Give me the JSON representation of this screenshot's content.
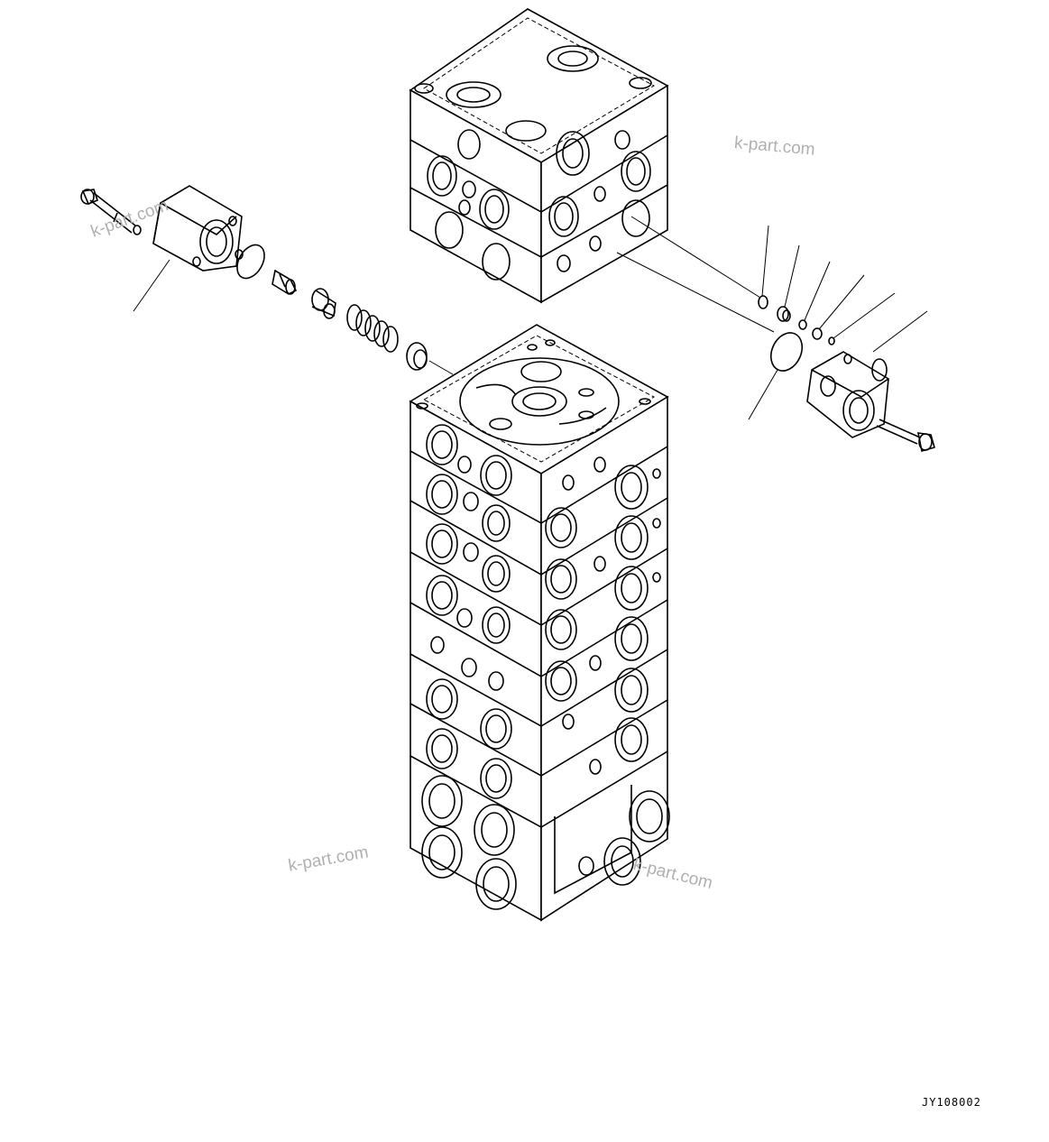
{
  "watermarks": [
    "k-part.com",
    "k-part.com",
    "k-part.com",
    "k-part.com"
  ],
  "drawing_code": "JY108002",
  "colors": {
    "line": "#000000",
    "background": "#ffffff",
    "watermark": "#b0b0b0"
  }
}
